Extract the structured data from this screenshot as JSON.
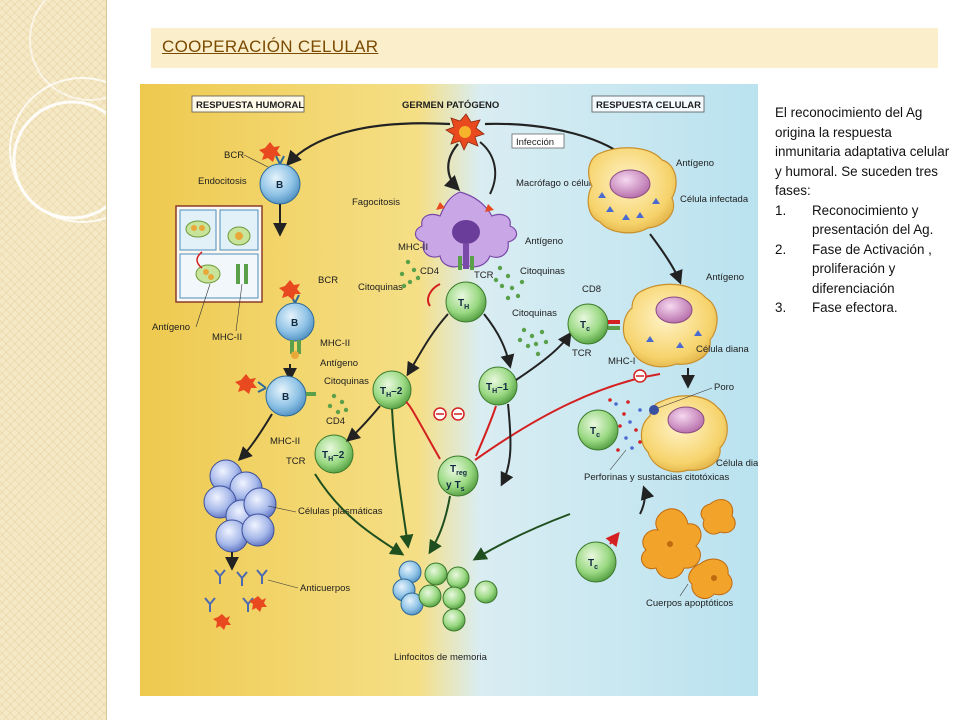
{
  "slide": {
    "title": "COOPERACIÓN CELULAR"
  },
  "side_text": {
    "intro": "El reconocimiento del Ag origina la respuesta inmunitaria adaptativa celular y humoral. Se suceden tres fases:",
    "phases": [
      {
        "num": "1.",
        "text": "Reconocimiento y presentación del Ag."
      },
      {
        "num": "2.",
        "text": "Fase de Activación , proliferación y diferenciación"
      },
      {
        "num": "3.",
        "text": "Fase efectora."
      }
    ]
  },
  "figure": {
    "header_humoral": "RESPUESTA HUMORAL",
    "header_germen": "GERMEN PATÓGENO",
    "header_celular": "RESPUESTA CELULAR",
    "infeccion": "Infección",
    "labels": {
      "bcr1": "BCR",
      "endocitosis": "Endocitosis",
      "fagocitosis": "Fagocitosis",
      "macrofago": "Macrófago o célula dendrítica",
      "antigeno_apc": "Antígeno",
      "mhc2_apc": "MHC-II",
      "cd4_top": "CD4",
      "tcr_top": "TCR",
      "citoquinas_r": "Citoquinas",
      "citoquinas_l": "Citoquinas",
      "antigeno_box": "Antígeno",
      "mhc2_box": "MHC-II",
      "bcr2": "BCR",
      "mhc2_b": "MHC-II",
      "antigeno_b": "Antígeno",
      "citoquinas_b": "Citoquinas",
      "cd4_b": "CD4",
      "mhc2_b2": "MHC-II",
      "tcr_b": "TCR",
      "celulas_plasmaticas": "Células plasmáticas",
      "anticuerpos": "Anticuerpos",
      "linfocitos_memoria": "Linfocitos de memoria",
      "citoquinas_c": "Citoquinas",
      "antigeno_inf": "Antígeno",
      "celula_infectada": "Célula infectada",
      "cd8": "CD8",
      "antigeno_diana": "Antígeno",
      "tcr_c": "TCR",
      "mhc1": "MHC-I",
      "celula_diana": "Célula diana",
      "poro": "Poro",
      "perforinas": "Perforinas y sustancias citotóxicas",
      "celula_diana2": "Célula diana",
      "cuerpos": "Cuerpos apoptóticos"
    },
    "cells": {
      "b1": "B",
      "b2": "B",
      "b3": "B",
      "th": "T",
      "th_sub": "H",
      "th2": "T",
      "th2_sub": "H",
      "th2_suffix": "–2",
      "th1": "T",
      "th1_sub": "H",
      "th1_suffix": "–1",
      "treg": "T",
      "treg_sub": "reg",
      "treg_and": "y",
      "ts": "T",
      "ts_sub": "s",
      "th2b": "T",
      "th2b_sub": "H",
      "th2b_suffix": "–2",
      "tc1": "T",
      "tc1_sub": "c",
      "tc2": "T",
      "tc2_sub": "c",
      "tc3": "T",
      "tc3_sub": "c"
    }
  },
  "colors": {
    "humoral_bg": "#f2d46a",
    "celular_bg": "#bfe4f0",
    "b_cell": "#7fb8e0",
    "t_cell": "#8fd07a",
    "target_cell": "#f7d77a",
    "arrow": "#222222",
    "inhibit": "#d42020"
  }
}
